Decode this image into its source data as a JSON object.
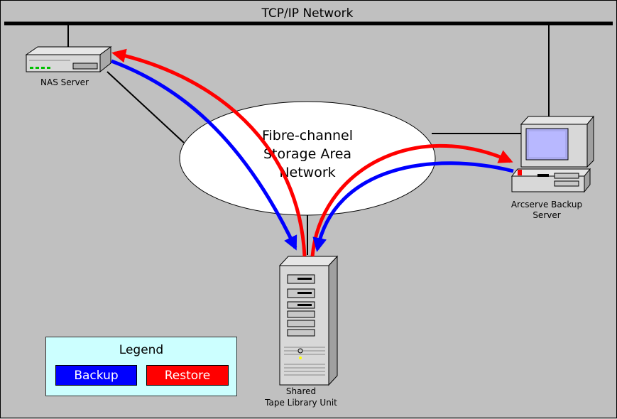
{
  "network": {
    "title": "TCP/IP Network"
  },
  "san": {
    "lines": [
      "Fibre-channel",
      "Storage Area",
      "Network"
    ]
  },
  "nodes": {
    "nas": {
      "label": "NAS Server"
    },
    "backup_server": {
      "label_lines": [
        "Arcserve Backup",
        "Server"
      ]
    },
    "tape": {
      "label_lines": [
        "Shared",
        "Tape Library Unit"
      ]
    }
  },
  "legend": {
    "title": "Legend",
    "backup": {
      "label": "Backup",
      "color": "#0000ff"
    },
    "restore": {
      "label": "Restore",
      "color": "#ff0000"
    }
  },
  "colors": {
    "background": "#c0c0c0",
    "cloud": "#ffffff",
    "legend_bg": "#ccffff"
  }
}
